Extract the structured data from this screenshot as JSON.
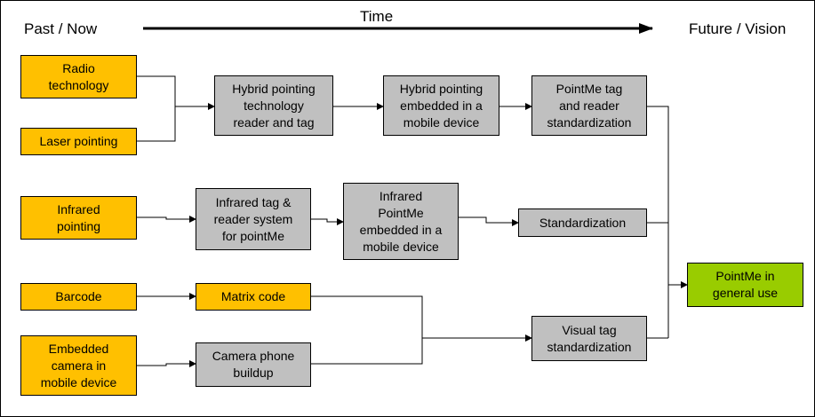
{
  "headers": {
    "left": "Past / Now",
    "center": "Time",
    "right": "Future / Vision"
  },
  "colors": {
    "origin": "#FFC000",
    "step": "#C0C0C0",
    "goal": "#99CC00",
    "line": "#000000"
  },
  "nodes": {
    "radio": "Radio\ntechnology",
    "laser": "Laser pointing",
    "infrared": "Infrared\npointing",
    "barcode": "Barcode",
    "camera": "Embedded\ncamera in\nmobile device",
    "hybrid_reader": "Hybrid pointing\ntechnology\nreader and tag",
    "hybrid_mobile": "Hybrid pointing\nembedded in a\nmobile device",
    "pointme_std": "PointMe tag\nand reader\nstandardization",
    "ir_system": "Infrared tag &\nreader system\nfor pointMe",
    "ir_mobile": "Infrared\nPointMe\nembedded in a\nmobile device",
    "standardization": "Standardization",
    "matrix": "Matrix code",
    "camera_phone": "Camera phone\nbuildup",
    "visual_std": "Visual tag\nstandardization",
    "general_use": "PointMe in\ngeneral use"
  }
}
